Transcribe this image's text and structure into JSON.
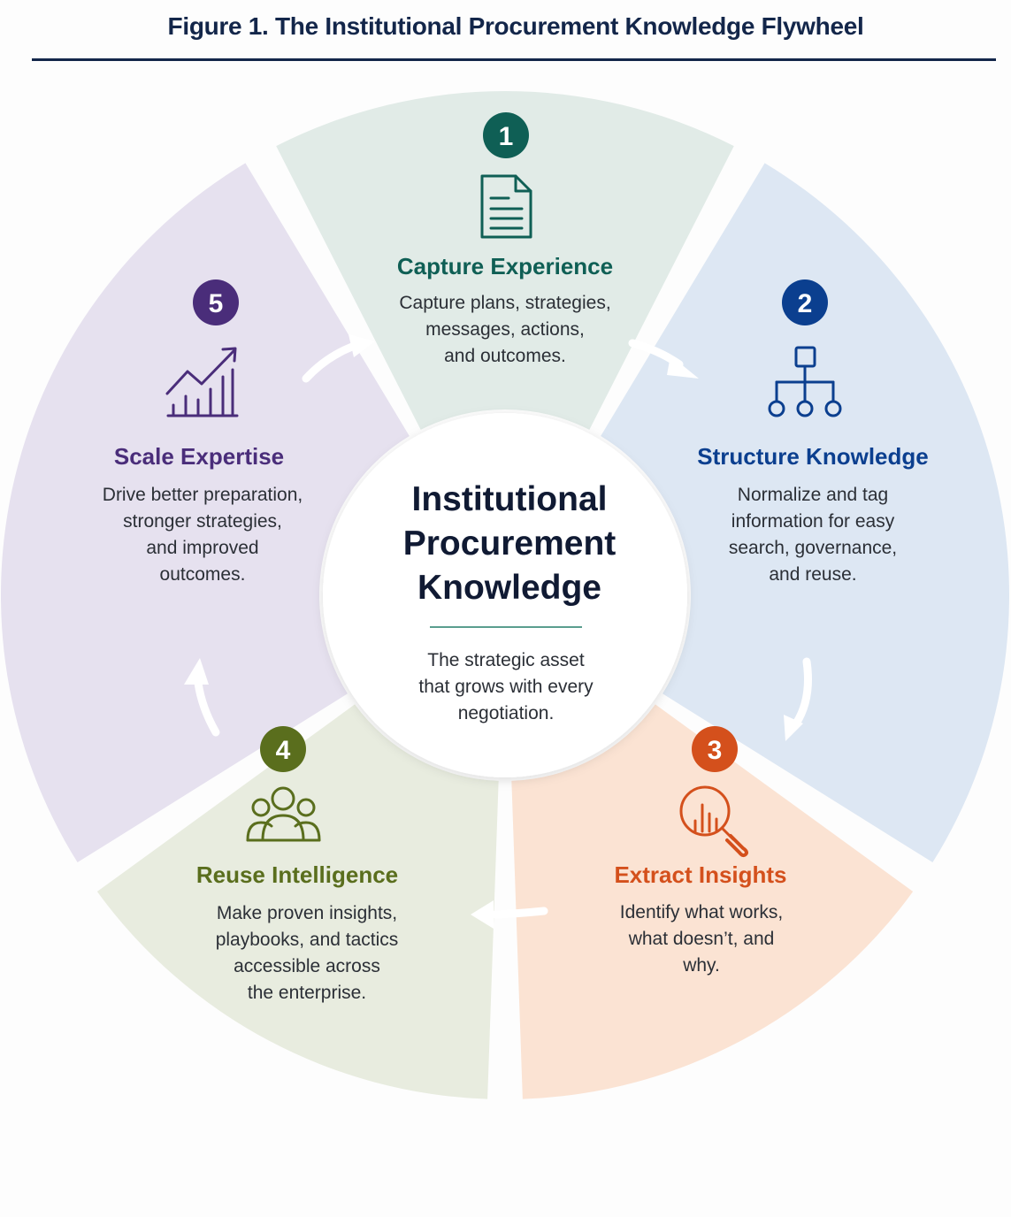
{
  "figure_title": "Figure 1. The Institutional Procurement Knowledge Flywheel",
  "hub": {
    "title": "Institutional\nProcurement\nKnowledge",
    "subtitle": "The strategic asset\nthat grows with every\nnegotiation."
  },
  "stages": [
    {
      "number": "1",
      "title": "Capture Experience",
      "description": "Capture plans, strategies,\nmessages, actions,\nand outcomes.",
      "icon": "document-icon",
      "color": "#0f5f55",
      "fill": "#e1ebe7"
    },
    {
      "number": "2",
      "title": "Structure Knowledge",
      "description": "Normalize and tag\ninformation for easy\nsearch, governance,\nand reuse.",
      "icon": "hierarchy-icon",
      "color": "#0b3f8f",
      "fill": "#dde7f3"
    },
    {
      "number": "3",
      "title": "Extract Insights",
      "description": "Identify what works,\nwhat doesn’t, and\nwhy.",
      "icon": "magnifier-chart-icon",
      "color": "#d4501c",
      "fill": "#fbe3d3"
    },
    {
      "number": "4",
      "title": "Reuse Intelligence",
      "description": "Make proven insights,\nplaybooks, and tactics\naccessible across\nthe enterprise.",
      "icon": "people-group-icon",
      "color": "#5a6e1d",
      "fill": "#e8ecdf"
    },
    {
      "number": "5",
      "title": "Scale Expertise",
      "description": "Drive better preparation,\nstronger strategies,\nand improved\noutcomes.",
      "icon": "growth-chart-icon",
      "color": "#4a2d7a",
      "fill": "#e6e1ef"
    }
  ]
}
